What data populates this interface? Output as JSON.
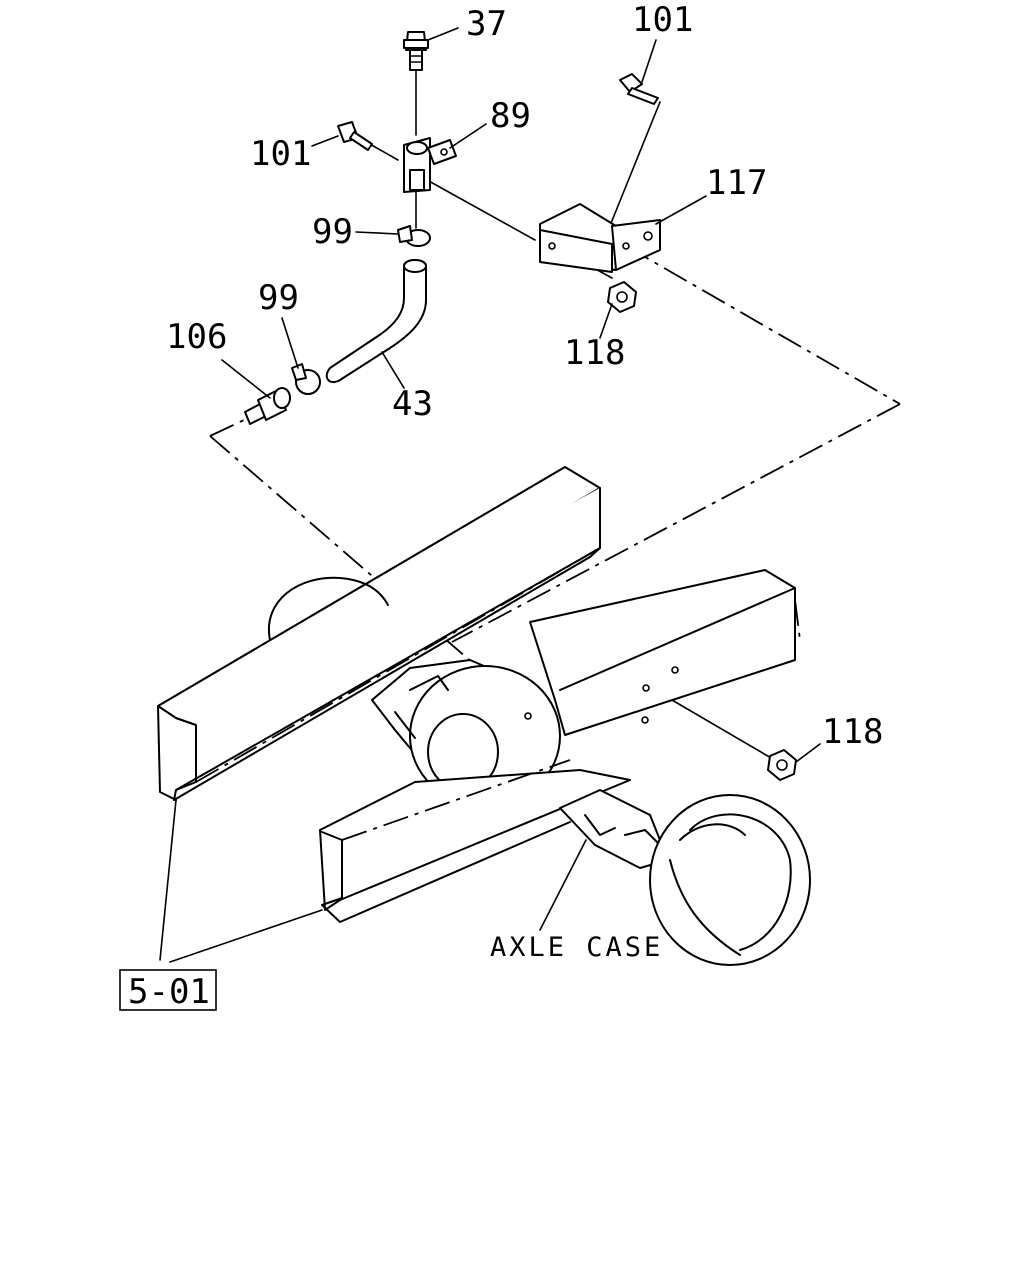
{
  "callouts": {
    "c37": "37",
    "c101_top": "101",
    "c89": "89",
    "c101_left": "101",
    "c117": "117",
    "c99_upper": "99",
    "c99_lower": "99",
    "c106": "106",
    "c118_upper": "118",
    "c43": "43",
    "c118_lower": "118"
  },
  "labels": {
    "axle_case": "AXLE CASE",
    "reference_box": "5-01"
  },
  "colors": {
    "ink": "#000000",
    "paper": "#ffffff"
  }
}
